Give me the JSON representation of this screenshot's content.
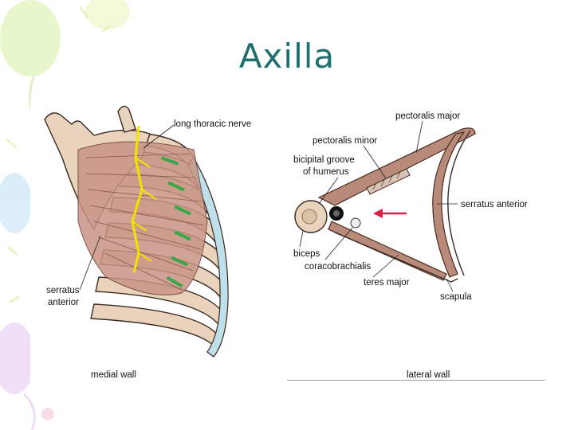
{
  "slide": {
    "title": "Axilla"
  },
  "left_diagram": {
    "labels": {
      "long_thoracic_nerve": "long thoracic nerve",
      "serratus": "serratus",
      "anterior": "anterior",
      "wall": "medial wall"
    }
  },
  "right_diagram": {
    "labels": {
      "pectoralis_major": "pectoralis major",
      "pectoralis_minor": "pectoralis minor",
      "bicipital_groove_1": "bicipital groove",
      "bicipital_groove_2": "of humerus",
      "serratus_anterior": "serratus anterior",
      "biceps": "biceps",
      "coracobrachialis": "coracobrachialis",
      "teres_major": "teres major",
      "scapula": "scapula",
      "wall": "lateral wall"
    }
  },
  "colors": {
    "title": "#1f6f6f",
    "muscle": "#b88a7a",
    "rib": "#e9d3bd",
    "nerve": "#f2e200",
    "arrow": "#d8224a"
  }
}
